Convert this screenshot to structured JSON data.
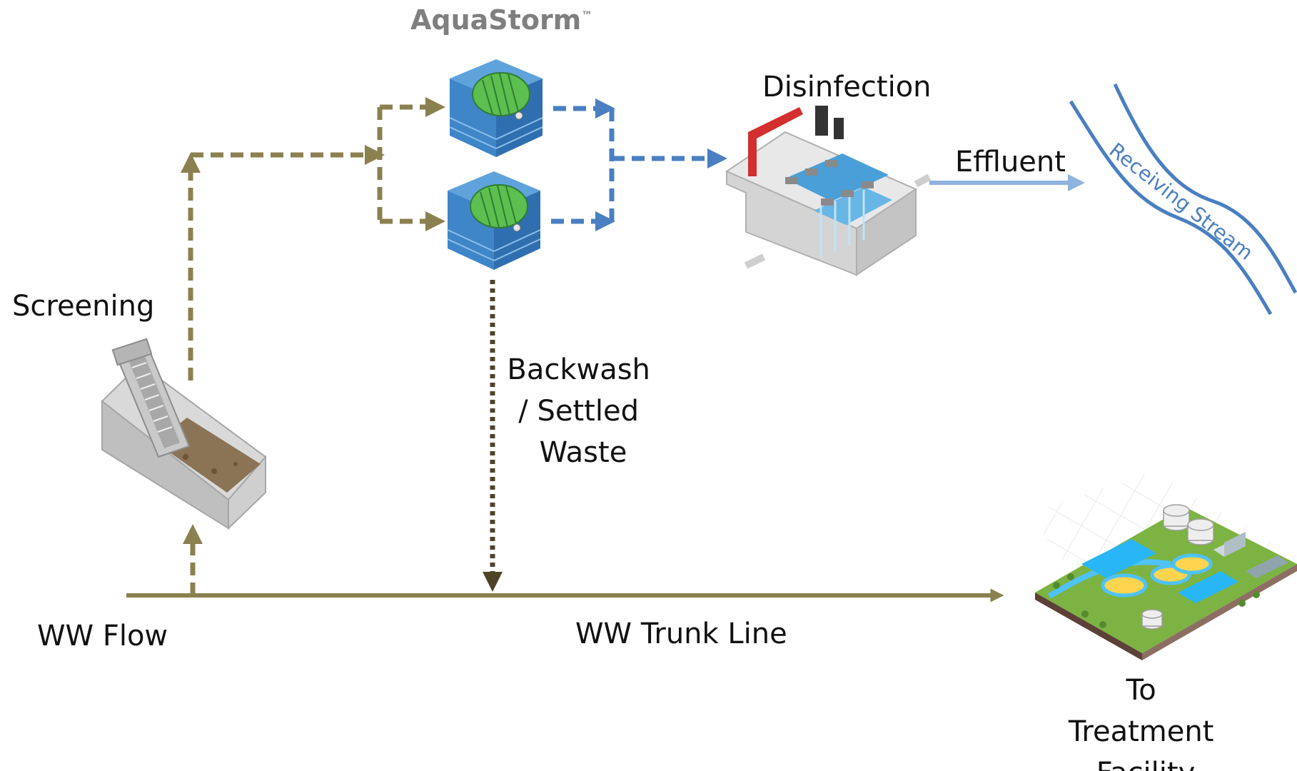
{
  "brand": {
    "name": "AquaStorm",
    "mark": "™"
  },
  "labels": {
    "screening": "Screening",
    "disinfection": "Disinfection",
    "effluent": "Effluent",
    "receiving_stream": "Receiving Stream",
    "backwash": [
      "Backwash",
      "/ Settled",
      "Waste"
    ],
    "ww_flow": "WW Flow",
    "trunk_line": "WW Trunk Line",
    "treatment": [
      "To",
      "Treatment",
      "Facility"
    ]
  },
  "colors": {
    "raw_flow": "#8b8050",
    "treated_flow": "#4a7fc1",
    "effluent_arrow": "#8fb3e0",
    "waste_flow": "#4d4427",
    "stream": "#4a7fc1",
    "brand_text": "#7f7f7f"
  },
  "icons": [
    "screening-unit-icon",
    "aquastorm-filter-icon",
    "disinfection-unit-icon",
    "treatment-facility-icon"
  ]
}
